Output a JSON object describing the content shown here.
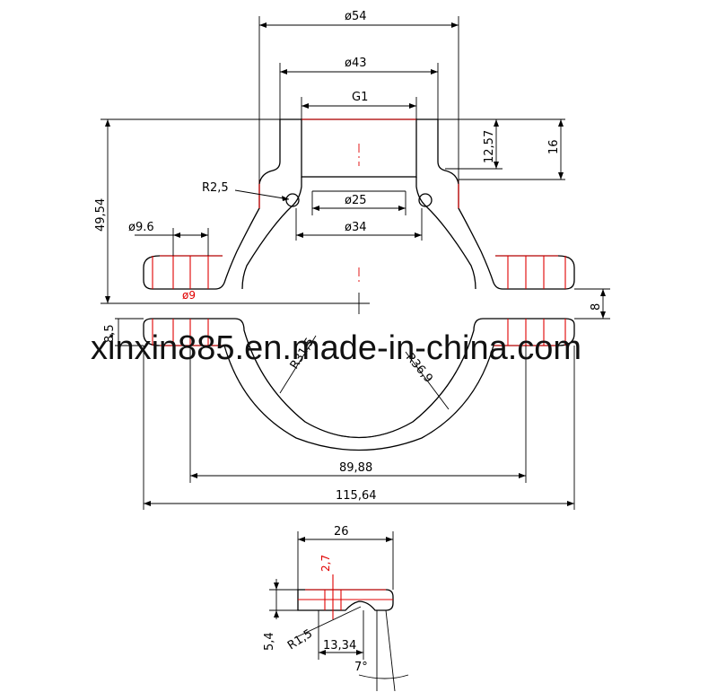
{
  "watermark": "xinxin885.en.made-in-china.com",
  "dimensions": {
    "d54": "ø54",
    "d43": "ø43",
    "g1": "G1",
    "h1257": "12,57",
    "h16": "16",
    "r25": "R2,5",
    "d25": "ø25",
    "d34": "ø34",
    "h4954": "49,54",
    "d96": "ø9.6",
    "d9": "ø9",
    "h8": "8",
    "h85": "8,5",
    "r315": "R31,5",
    "r369": "R36,9",
    "w8988": "89,88",
    "w11564": "115,64",
    "w26": "26",
    "h27": "2,7",
    "h54": "5,4",
    "r15": "R1,5",
    "w1334": "13,34",
    "a7": "7°"
  },
  "colors": {
    "outline": "#000000",
    "highlight": "#e00000",
    "background": "#ffffff"
  }
}
